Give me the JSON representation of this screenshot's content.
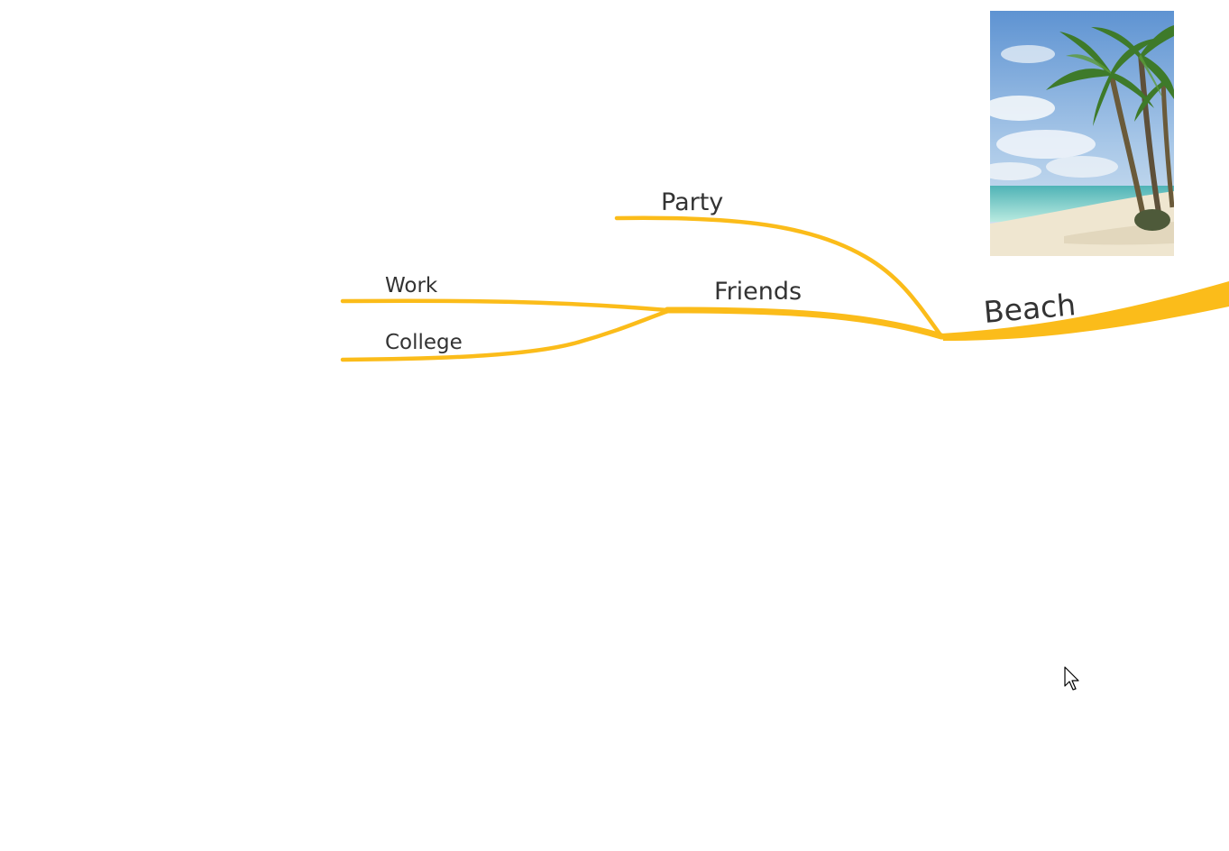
{
  "mindmap": {
    "branch_color": "#FBBC1A",
    "branches": {
      "beach": {
        "label": "Beach"
      },
      "friends": {
        "label": "Friends"
      },
      "party": {
        "label": "Party"
      },
      "work": {
        "label": "Work"
      },
      "college": {
        "label": "College"
      }
    },
    "image": {
      "subject": "palm-tree-beach",
      "colors": {
        "sky": "#6E9FD6",
        "cloud": "#EEF3F8",
        "sea": "#8FD6CF",
        "sand": "#EFE6D0",
        "palm_leaf": "#3E7A2A",
        "trunk": "#6A5A3A"
      }
    }
  }
}
